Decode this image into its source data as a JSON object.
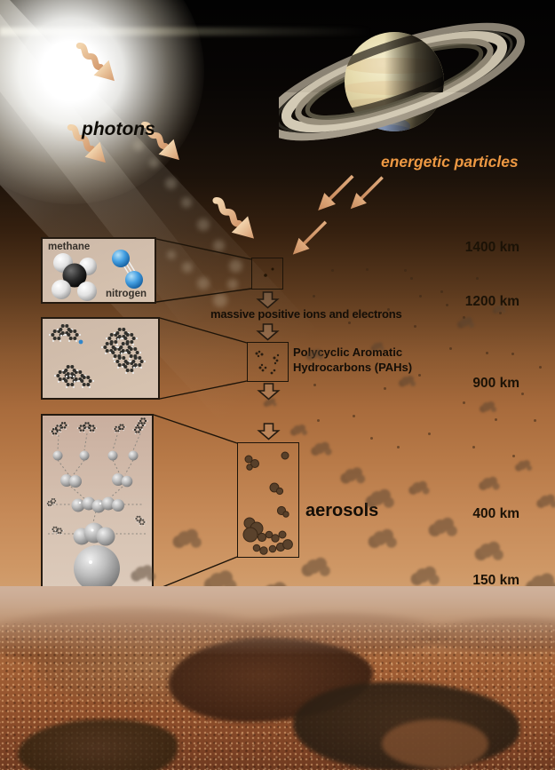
{
  "labels": {
    "photons": "photons",
    "energetic_particles": "energetic particles",
    "massive_ions": "massive positive ions and electrons",
    "pah_line1": "Polycyclic Aromatic",
    "pah_line2": "Hydrocarbons (PAHs)",
    "aerosols": "aerosols",
    "methane": "methane",
    "nitrogen": "nitrogen"
  },
  "altitudes": [
    {
      "label": "1400 km"
    },
    {
      "label": "1200 km"
    },
    {
      "label": "900 km"
    },
    {
      "label": "400 km"
    },
    {
      "label": "150 km"
    }
  ],
  "colors": {
    "accent_orange": "#ed9843",
    "photon_arrow": "#ecc49c",
    "particle_arrow": "#d99a6a",
    "text_dark": "#140e07",
    "panel_border": "#241a10"
  }
}
